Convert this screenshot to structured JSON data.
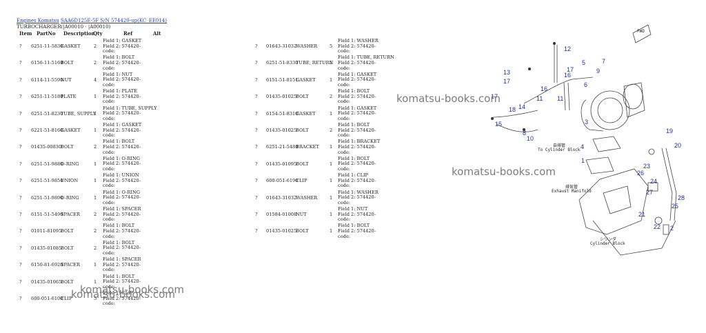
{
  "breadcrumb": {
    "link1": "Engines Komatsu",
    "link2": "SAA6D125E-5F S/N 574420-up(KC_EE014)"
  },
  "subtitle": "TURBOCHARGER(|A00010 - |A00010)",
  "columns": [
    "Item",
    "PartNo",
    "Description",
    "Qty",
    "Ref",
    "Alt"
  ],
  "ref_line2": "Field 2: 574420-",
  "ref_line3": "code:",
  "left_rows": [
    {
      "item": "?",
      "part": "6251-11-5830",
      "desc": "GASKET",
      "qty": "2",
      "ref": "Field 1: GASKET"
    },
    {
      "item": "?",
      "part": "6156-11-5160",
      "desc": "BOLT",
      "qty": "2",
      "ref": "Field 1: BOLT"
    },
    {
      "item": "?",
      "part": "6114-11-5590",
      "desc": "NUT",
      "qty": "4",
      "ref": "Field 1: NUT"
    },
    {
      "item": "?",
      "part": "6251-11-5180",
      "desc": "PLATE",
      "qty": "1",
      "ref": "Field 1: PLATE"
    },
    {
      "item": "?",
      "part": "6251-51-8230",
      "desc": "TUBE, SUPPLY",
      "qty": "1",
      "ref": "Field 1: TUBE, SUPPLY"
    },
    {
      "item": "?",
      "part": "6221-51-8160",
      "desc": "GASKET",
      "qty": "1",
      "ref": "Field 1: GASKET"
    },
    {
      "item": "?",
      "part": "01435-00830",
      "desc": "BOLT",
      "qty": "2",
      "ref": "Field 1: BOLT"
    },
    {
      "item": "?",
      "part": "6251-51-9880",
      "desc": "O-RING",
      "qty": "1",
      "ref": "Field 1: O-RING"
    },
    {
      "item": "?",
      "part": "6251-51-9850",
      "desc": "UNION",
      "qty": "1",
      "ref": "Field 1: UNION"
    },
    {
      "item": "?",
      "part": "6251-51-9890",
      "desc": "O-RING",
      "qty": "1",
      "ref": "Field 1: O-RING"
    },
    {
      "item": "?",
      "part": "6151-51-5490",
      "desc": "SPACER",
      "qty": "2",
      "ref": "Field 1: SPACER"
    },
    {
      "item": "?",
      "part": "01011-81095",
      "desc": "BOLT",
      "qty": "2",
      "ref": "Field 1: BOLT"
    },
    {
      "item": "?",
      "part": "01435-01085",
      "desc": "BOLT",
      "qty": "2",
      "ref": "Field 1: BOLT"
    },
    {
      "item": "?",
      "part": "6150-81-6920",
      "desc": "SPACER",
      "qty": "1",
      "ref": "Field 1: SPACER"
    },
    {
      "item": "?",
      "part": "01435-01065",
      "desc": "BOLT",
      "qty": "1",
      "ref": "Field 1: BOLT"
    },
    {
      "item": "?",
      "part": "600-051-6100",
      "desc": "CLIP",
      "qty": "5",
      "ref": "Field 1: CLIP"
    }
  ],
  "right_rows": [
    {
      "item": "?",
      "part": "01643-31032",
      "desc": "WASHER",
      "qty": "5",
      "ref": "Field 1: WASHER"
    },
    {
      "item": "?",
      "part": "6251-51-8330",
      "desc": "TUBE, RETURN",
      "qty": "1",
      "ref": "Field 1: TUBE, RETURN"
    },
    {
      "item": "?",
      "part": "6151-51-8151",
      "desc": "GASKET",
      "qty": "1",
      "ref": "Field 1: GASKET"
    },
    {
      "item": "?",
      "part": "01435-01025",
      "desc": "BOLT",
      "qty": "2",
      "ref": "Field 1: BOLT"
    },
    {
      "item": "?",
      "part": "6154-51-8310",
      "desc": "GASKET",
      "qty": "1",
      "ref": "Field 1: GASKET"
    },
    {
      "item": "?",
      "part": "01435-01025",
      "desc": "BOLT",
      "qty": "2",
      "ref": "Field 1: BOLT"
    },
    {
      "item": "?",
      "part": "6251-21-5480",
      "desc": "BRACKET",
      "qty": "1",
      "ref": "Field 1: BRACKET"
    },
    {
      "item": "?",
      "part": "01435-01095",
      "desc": "BOLT",
      "qty": "1",
      "ref": "Field 1: BOLT"
    },
    {
      "item": "?",
      "part": "600-051-6190",
      "desc": "CLIP",
      "qty": "1",
      "ref": "Field 1: CLIP"
    },
    {
      "item": "?",
      "part": "01643-31032",
      "desc": "WASHER",
      "qty": "1",
      "ref": "Field 1: WASHER"
    },
    {
      "item": "?",
      "part": "01584-01008",
      "desc": "NUT",
      "qty": "1",
      "ref": "Field 1: NUT"
    },
    {
      "item": "?",
      "part": "01435-01025",
      "desc": "BOLT",
      "qty": "1",
      "ref": "Field 1: BOLT"
    }
  ],
  "watermarks": [
    "komatsu-books.com",
    "komatsu-books.com",
    "komatsu-books.com",
    "komatsu-books.com"
  ],
  "diagram": {
    "callouts": [
      "12",
      "5",
      "7",
      "9",
      "17",
      "13",
      "17",
      "16",
      "6",
      "17",
      "16",
      "14",
      "11",
      "11",
      "15",
      "18",
      "8",
      "10",
      "3",
      "19",
      "4",
      "20",
      "1",
      "23",
      "26",
      "24",
      "27",
      "28",
      "25",
      "21",
      "22",
      "2"
    ],
    "label_to_cylinder_jp": "自排管",
    "label_to_cylinder": "To Cylinder Block",
    "label_exhaust_jp": "排気管",
    "label_exhaust": "Exhaust Manifold",
    "label_cyl_jp": "シリンダ",
    "label_cyl": "Cylinder Block",
    "fwd_label": "FWD"
  }
}
